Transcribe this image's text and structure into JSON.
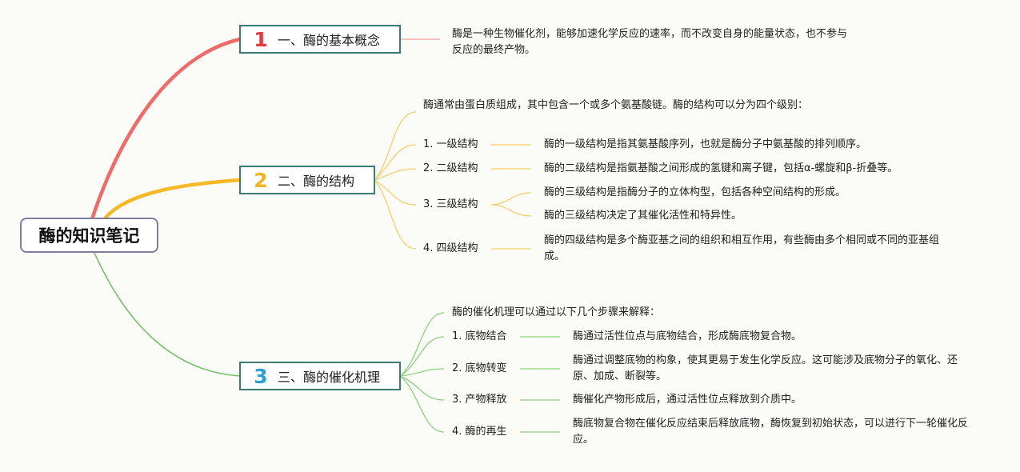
{
  "root": {
    "title": "酶的知识笔记"
  },
  "colors": {
    "red": "#f06a68",
    "yellow": "#f7b928",
    "green": "#74c266",
    "border": "#3d7a74"
  },
  "topics": [
    {
      "num": "1",
      "title": "一、酶的基本概念",
      "desc": "酶是一种生物催化剂，能够加速化学反应的速率，而不改变自身的能量状态，也不参与反应的最终产物。"
    },
    {
      "num": "2",
      "title": "二、酶的结构",
      "intro": "酶通常由蛋白质组成，其中包含一个或多个氨基酸链。酶的结构可以分为四个级别：",
      "items": [
        {
          "label": "1. 一级结构",
          "details": [
            "酶的一级结构是指其氨基酸序列，也就是酶分子中氨基酸的排列顺序。"
          ]
        },
        {
          "label": "2. 二级结构",
          "details": [
            "酶的二级结构是指氨基酸之间形成的氢键和离子键，包括α-螺旋和β-折叠等。"
          ]
        },
        {
          "label": "3. 三级结构",
          "details": [
            "酶的三级结构是指酶分子的立体构型，包括各种空间结构的形成。",
            "酶的三级结构决定了其催化活性和特异性。"
          ]
        },
        {
          "label": "4. 四级结构",
          "details": [
            "酶的四级结构是多个酶亚基之间的组织和相互作用，有些酶由多个相同或不同的亚基组成。"
          ]
        }
      ]
    },
    {
      "num": "3",
      "title": "三、酶的催化机理",
      "intro": "酶的催化机理可以通过以下几个步骤来解释：",
      "items": [
        {
          "label": "1. 底物结合",
          "details": [
            "酶通过活性位点与底物结合，形成酶底物复合物。"
          ]
        },
        {
          "label": "2. 底物转变",
          "details": [
            "酶通过调整底物的构象，使其更易于发生化学反应。这可能涉及底物分子的氧化、还原、加成、断裂等。"
          ]
        },
        {
          "label": "3. 产物释放",
          "details": [
            "酶催化产物形成后，通过活性位点释放到介质中。"
          ]
        },
        {
          "label": "4. 酶的再生",
          "details": [
            "酶底物复合物在催化反应结束后释放底物，酶恢复到初始状态，可以进行下一轮催化反应。"
          ]
        }
      ]
    }
  ]
}
